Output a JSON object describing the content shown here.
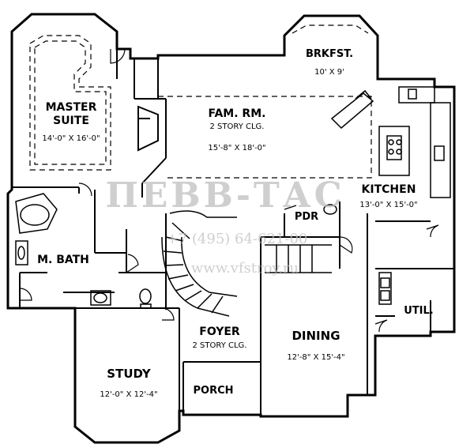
{
  "rooms": {
    "master_suite": {
      "name_line1": "MASTER",
      "name_line2": "SUITE",
      "dims": "14'-0\" X 16'-0\""
    },
    "fam_rm": {
      "name": "FAM. RM.",
      "note": "2 STORY CLG.",
      "dims": "15'-8\" X 18'-0\""
    },
    "brkfst": {
      "name": "BRKFST.",
      "dims": "10' X 9'"
    },
    "kitchen": {
      "name": "KITCHEN",
      "dims": "13'-0\" X 15'-0\""
    },
    "m_bath": {
      "name": "M. BATH"
    },
    "pdr": {
      "name": "PDR"
    },
    "util": {
      "name": "UTIL."
    },
    "foyer": {
      "name": "FOYER",
      "note": "2 STORY CLG."
    },
    "dining": {
      "name": "DINING",
      "dims": "12'-8\" X 15'-4\""
    },
    "study": {
      "name": "STUDY",
      "dims": "12'-0\" X 12'-4\""
    },
    "porch": {
      "name": "PORCH"
    }
  },
  "watermark": {
    "brand": "ПЕВВ-ТАС",
    "phone": "+7 (495) 64-621-00",
    "site": "www.vfstroy.ru"
  },
  "colors": {
    "wall": "#000000",
    "background": "#ffffff",
    "watermark": "#bfbfbf"
  }
}
